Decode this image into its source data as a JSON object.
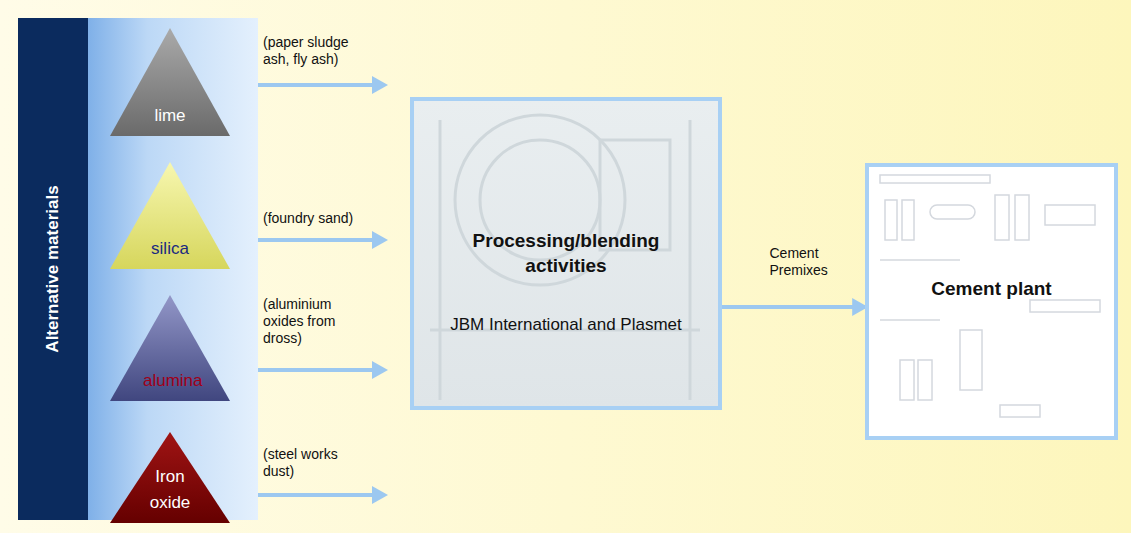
{
  "diagram": {
    "nodes": [
      {
        "text": [
          "Alternative materials"
        ]
      },
      {
        "text": [
          "lime"
        ]
      },
      {
        "text": [
          "silica"
        ]
      },
      {
        "text": [
          "alumina"
        ]
      },
      {
        "text": [
          "Iron oxide"
        ]
      },
      {
        "text": [
          "Processing/blending activities",
          "JBM International and Plasmet"
        ]
      },
      {
        "text": [
          "Cement plant"
        ]
      }
    ],
    "edges": [
      {
        "from": 5,
        "to": 6,
        "label": "Cement Premixes",
        "arrow": "to"
      }
    ],
    "labels": [
      "(paper sludge ash, fly ash)",
      "(foundry sand)",
      "(aluminium oxides from dross)",
      "(steel works dust)"
    ]
  }
}
